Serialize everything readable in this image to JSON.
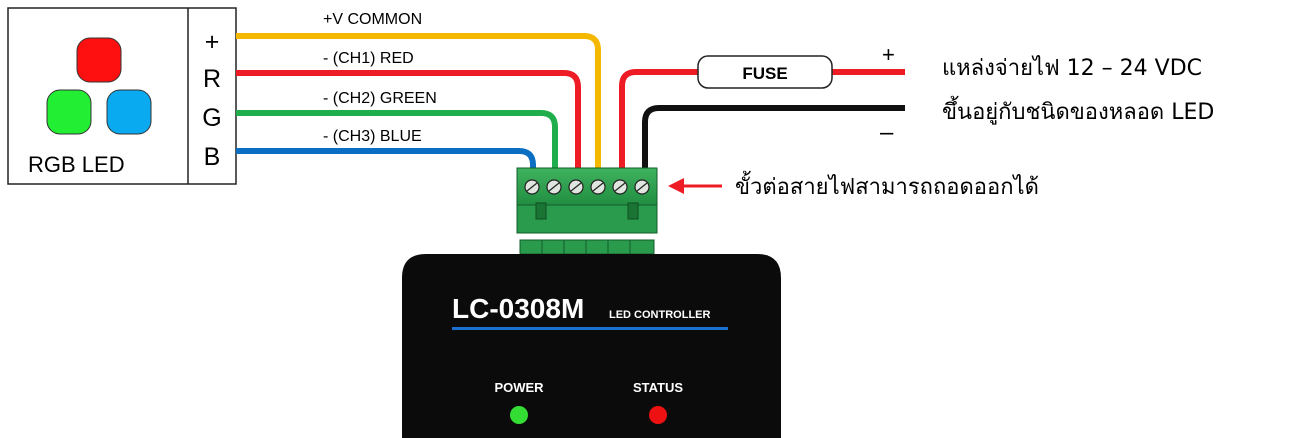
{
  "led_module": {
    "label": "RGB LED",
    "pins": [
      "+",
      "R",
      "G",
      "B"
    ]
  },
  "wires": [
    {
      "label": "+V COMMON",
      "color": "#f5b800"
    },
    {
      "label": "- (CH1) RED",
      "color": "#ee1c24"
    },
    {
      "label": "- (CH2) GREEN",
      "color": "#1fae4b"
    },
    {
      "label": "- (CH3) BLUE",
      "color": "#0a6fc2"
    }
  ],
  "power": {
    "fuse_label": "FUSE",
    "plus": "+",
    "minus": "–",
    "line1": "แหล่งจ่ายไฟ 12 – 24 VDC",
    "line2": "ขึ้นอยู่กับชนิดของหลอด LED"
  },
  "terminal_note": "ขั้วต่อสายไฟสามารถถอดออกได้",
  "controller": {
    "model": "LC-0308M",
    "subtitle": "LED CONTROLLER",
    "power_label": "POWER",
    "status_label": "STATUS",
    "power_led_color": "#33dd33",
    "status_led_color": "#ee1111"
  }
}
